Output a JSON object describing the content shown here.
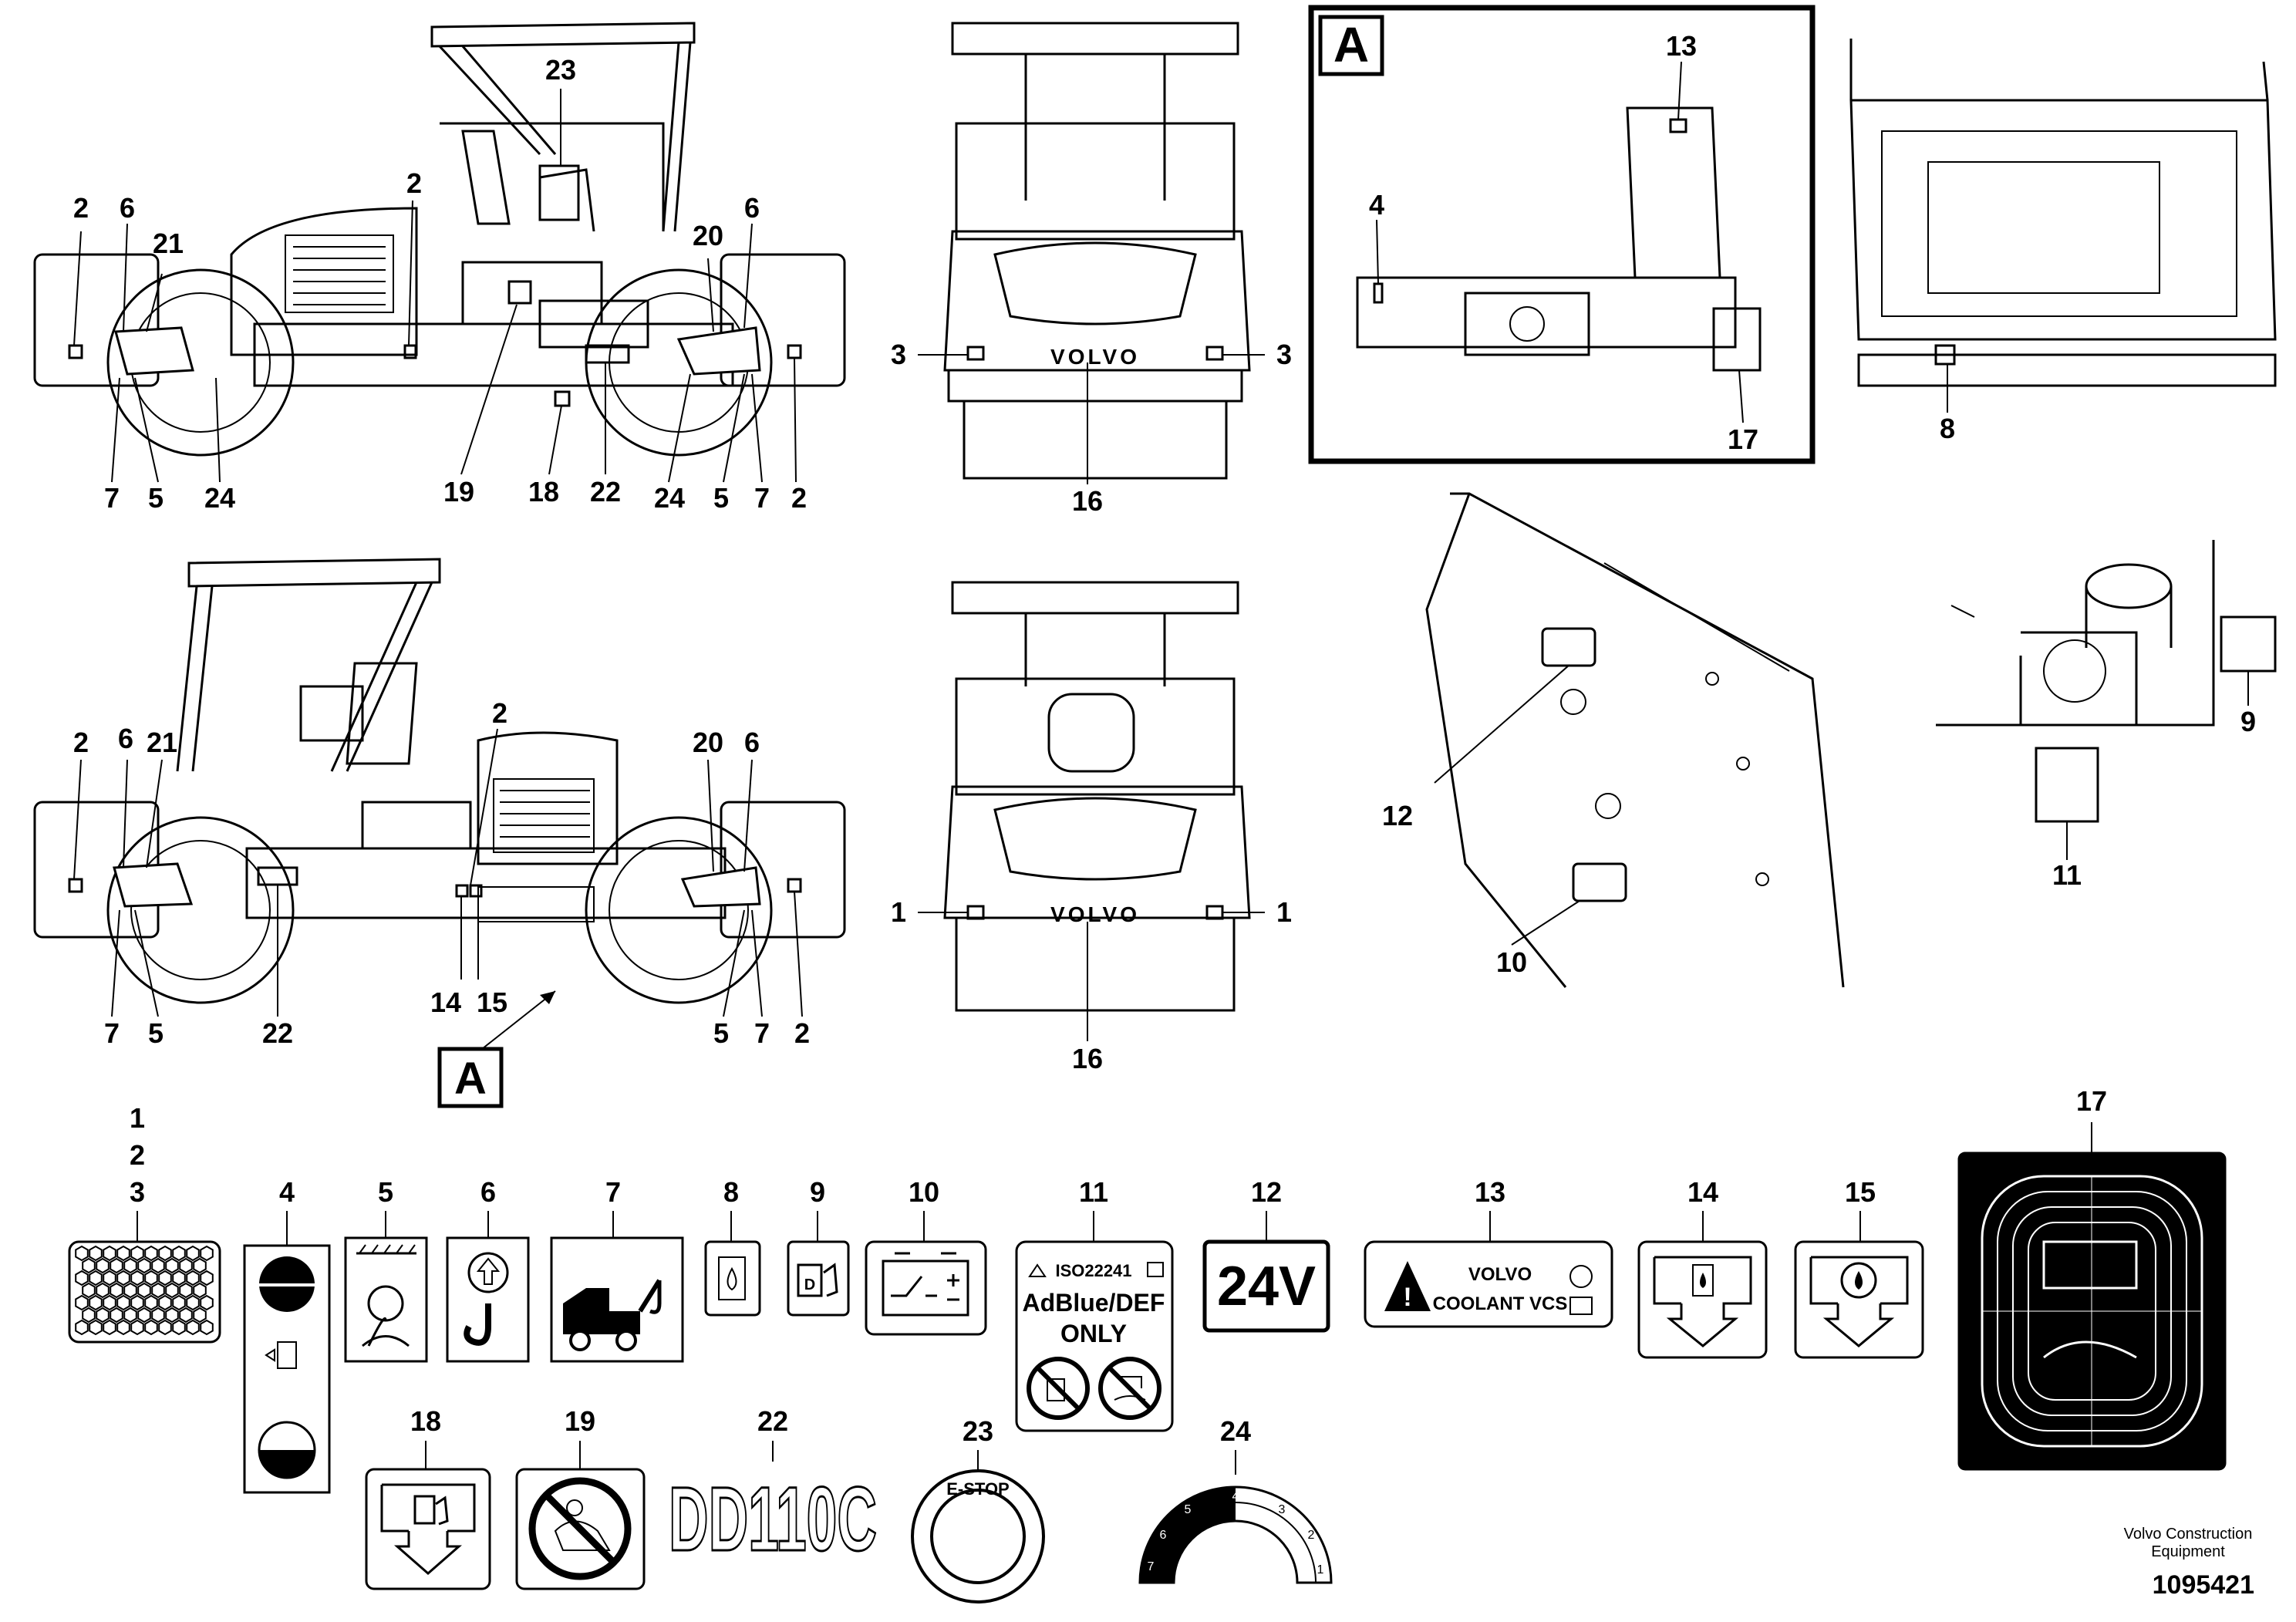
{
  "view_a_label": "A",
  "machine_views": {
    "side_top": {
      "callouts": [
        "2",
        "6",
        "21",
        "23",
        "2",
        "20",
        "6",
        "7",
        "5",
        "24",
        "19",
        "18",
        "22",
        "24",
        "5",
        "7",
        "2"
      ]
    },
    "rear_top": {
      "callouts": [
        "3",
        "3",
        "16"
      ],
      "brand": "VOLVO"
    },
    "detail_a": {
      "title": "A",
      "callouts": [
        "13",
        "4",
        "17"
      ]
    },
    "frame_top_right": {
      "callouts": [
        "8"
      ]
    },
    "side_bottom": {
      "callouts": [
        "2",
        "6",
        "21",
        "2",
        "20",
        "6",
        "7",
        "5",
        "22",
        "14",
        "15",
        "5",
        "7",
        "2"
      ],
      "marker": "A"
    },
    "rear_bottom": {
      "callouts": [
        "1",
        "1",
        "16"
      ],
      "brand": "VOLVO"
    },
    "panel_closeup": {
      "callouts": [
        "12",
        "10"
      ]
    },
    "tank_closeup": {
      "callouts": [
        "9",
        "11"
      ]
    }
  },
  "decals": [
    {
      "id": "1\n2\n3",
      "name": "hexagon-reflector"
    },
    {
      "id": "4",
      "name": "fluid-level-indicator"
    },
    {
      "id": "5",
      "name": "tie-down-point"
    },
    {
      "id": "6",
      "name": "lifting-point"
    },
    {
      "id": "7",
      "name": "towing-point"
    },
    {
      "id": "8",
      "name": "coolant-fill"
    },
    {
      "id": "9",
      "name": "fuel-fill"
    },
    {
      "id": "10",
      "name": "battery-switch"
    },
    {
      "id": "11",
      "name": "adblue-def-only"
    },
    {
      "id": "12",
      "name": "voltage-24v"
    },
    {
      "id": "13",
      "name": "volvo-coolant"
    },
    {
      "id": "14",
      "name": "coolant-drain"
    },
    {
      "id": "15",
      "name": "oil-drain"
    },
    {
      "id": "17",
      "name": "fuse-diagram"
    },
    {
      "id": "18",
      "name": "fuel-drain"
    },
    {
      "id": "19",
      "name": "no-pressure-wash"
    },
    {
      "id": "22",
      "name": "model-name"
    },
    {
      "id": "23",
      "name": "e-stop"
    },
    {
      "id": "24",
      "name": "throttle-dial"
    }
  ],
  "decal_texts": {
    "iso": "ISO22241",
    "adblue": "AdBlue/DEF",
    "only": "ONLY",
    "volt": "24V",
    "volvo": "VOLVO",
    "coolant": "COOLANT VCS",
    "model": "DD110C",
    "estop": "E-STOP",
    "dial_marks": [
      "1",
      "2",
      "3",
      "4",
      "5",
      "6",
      "7"
    ]
  },
  "decal_numbers": [
    "1",
    "2",
    "3",
    "4",
    "5",
    "6",
    "7",
    "8",
    "9",
    "10",
    "11",
    "12",
    "13",
    "14",
    "15",
    "17",
    "18",
    "19",
    "22",
    "23",
    "24"
  ],
  "credit": {
    "company": "Volvo Construction Equipment",
    "doc_number": "1095421"
  }
}
